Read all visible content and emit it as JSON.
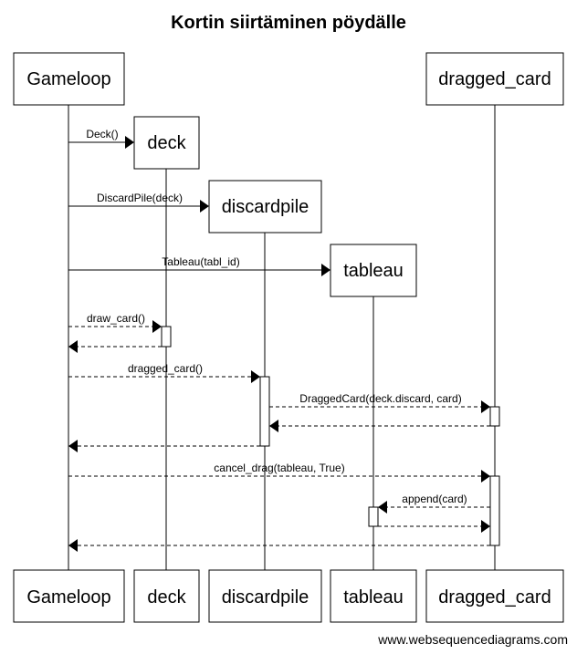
{
  "title": "Kortin siirtäminen pöydälle",
  "footer": "www.websequencediagrams.com",
  "participants": {
    "gameloop": "Gameloop",
    "deck": "deck",
    "discardpile": "discardpile",
    "tableau": "tableau",
    "dragged_card": "dragged_card"
  },
  "messages": [
    {
      "from": "gameloop",
      "to": "deck",
      "label": "Deck()",
      "style": "create"
    },
    {
      "from": "gameloop",
      "to": "discardpile",
      "label": "DiscardPile(deck)",
      "style": "create"
    },
    {
      "from": "gameloop",
      "to": "tableau",
      "label": "Tableau(tabl_id)",
      "style": "create"
    },
    {
      "from": "gameloop",
      "to": "deck",
      "label": "draw_card()",
      "style": "call"
    },
    {
      "from": "deck",
      "to": "gameloop",
      "label": "",
      "style": "return"
    },
    {
      "from": "gameloop",
      "to": "discardpile",
      "label": "dragged_card()",
      "style": "call"
    },
    {
      "from": "discardpile",
      "to": "dragged_card",
      "label": "DraggedCard(deck.discard, card)",
      "style": "call"
    },
    {
      "from": "dragged_card",
      "to": "discardpile",
      "label": "",
      "style": "return"
    },
    {
      "from": "discardpile",
      "to": "gameloop",
      "label": "",
      "style": "return"
    },
    {
      "from": "gameloop",
      "to": "dragged_card",
      "label": "cancel_drag(tableau, True)",
      "style": "call"
    },
    {
      "from": "dragged_card",
      "to": "tableau",
      "label": "append(card)",
      "style": "call"
    },
    {
      "from": "tableau",
      "to": "dragged_card",
      "label": "",
      "style": "return"
    },
    {
      "from": "dragged_card",
      "to": "gameloop",
      "label": "",
      "style": "return"
    }
  ]
}
